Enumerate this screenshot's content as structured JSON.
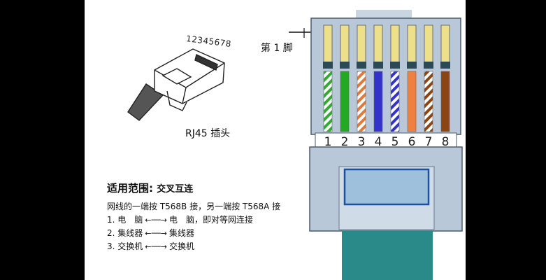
{
  "plug": {
    "pin_numbers": "12345678",
    "caption": "RJ45 插头"
  },
  "connector": {
    "pin1_label": "第 1 脚",
    "pin_labels": [
      "1",
      "2",
      "3",
      "4",
      "5",
      "6",
      "7",
      "8"
    ],
    "wires": [
      {
        "base": "#ffffff",
        "stripe": "#33aa33"
      },
      {
        "base": "#22aa22",
        "stripe": null
      },
      {
        "base": "#ffffff",
        "stripe": "#e07a3a"
      },
      {
        "base": "#3333cc",
        "stripe": null
      },
      {
        "base": "#ffffff",
        "stripe": "#3333cc"
      },
      {
        "base": "#f08040",
        "stripe": null
      },
      {
        "base": "#ffffff",
        "stripe": "#8b4513"
      },
      {
        "base": "#8b4513",
        "stripe": null
      }
    ]
  },
  "scope": {
    "title": "适用范围:",
    "value": "交叉互连"
  },
  "wiring_note": "网线的一端按 T568B 接，另一端按 T568A 接",
  "uses": [
    {
      "num": "1.",
      "from": "电　脑",
      "to": "电　脑，即对等网连接"
    },
    {
      "num": "2.",
      "from": "集线器",
      "to": "集线器"
    },
    {
      "num": "3.",
      "from": "交换机",
      "to": "交换机"
    }
  ],
  "colors": {
    "connector_body": "#b8c8d8",
    "tab_fill": "#9fc0dd",
    "tab_border": "#1f4fa0",
    "cable": "#2a8a8a",
    "contact": "#ede08a"
  }
}
